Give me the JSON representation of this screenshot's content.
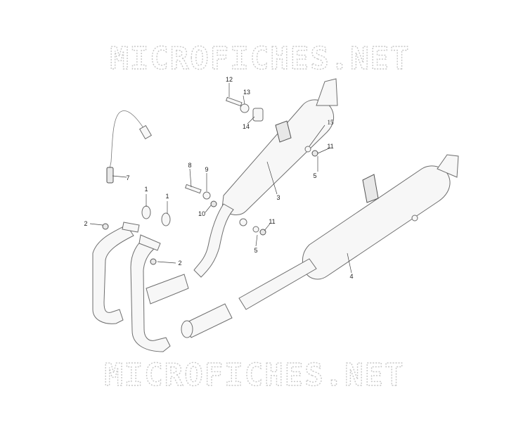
{
  "watermark": {
    "top_text": "MICROFICHES.NET",
    "bottom_text": "MICROFICHES.NET"
  },
  "callouts": [
    "1",
    "1",
    "2",
    "2",
    "3",
    "4",
    "5",
    "5",
    "7",
    "8",
    "9",
    "10",
    "11",
    "11",
    "12",
    "13",
    "14",
    "15"
  ]
}
